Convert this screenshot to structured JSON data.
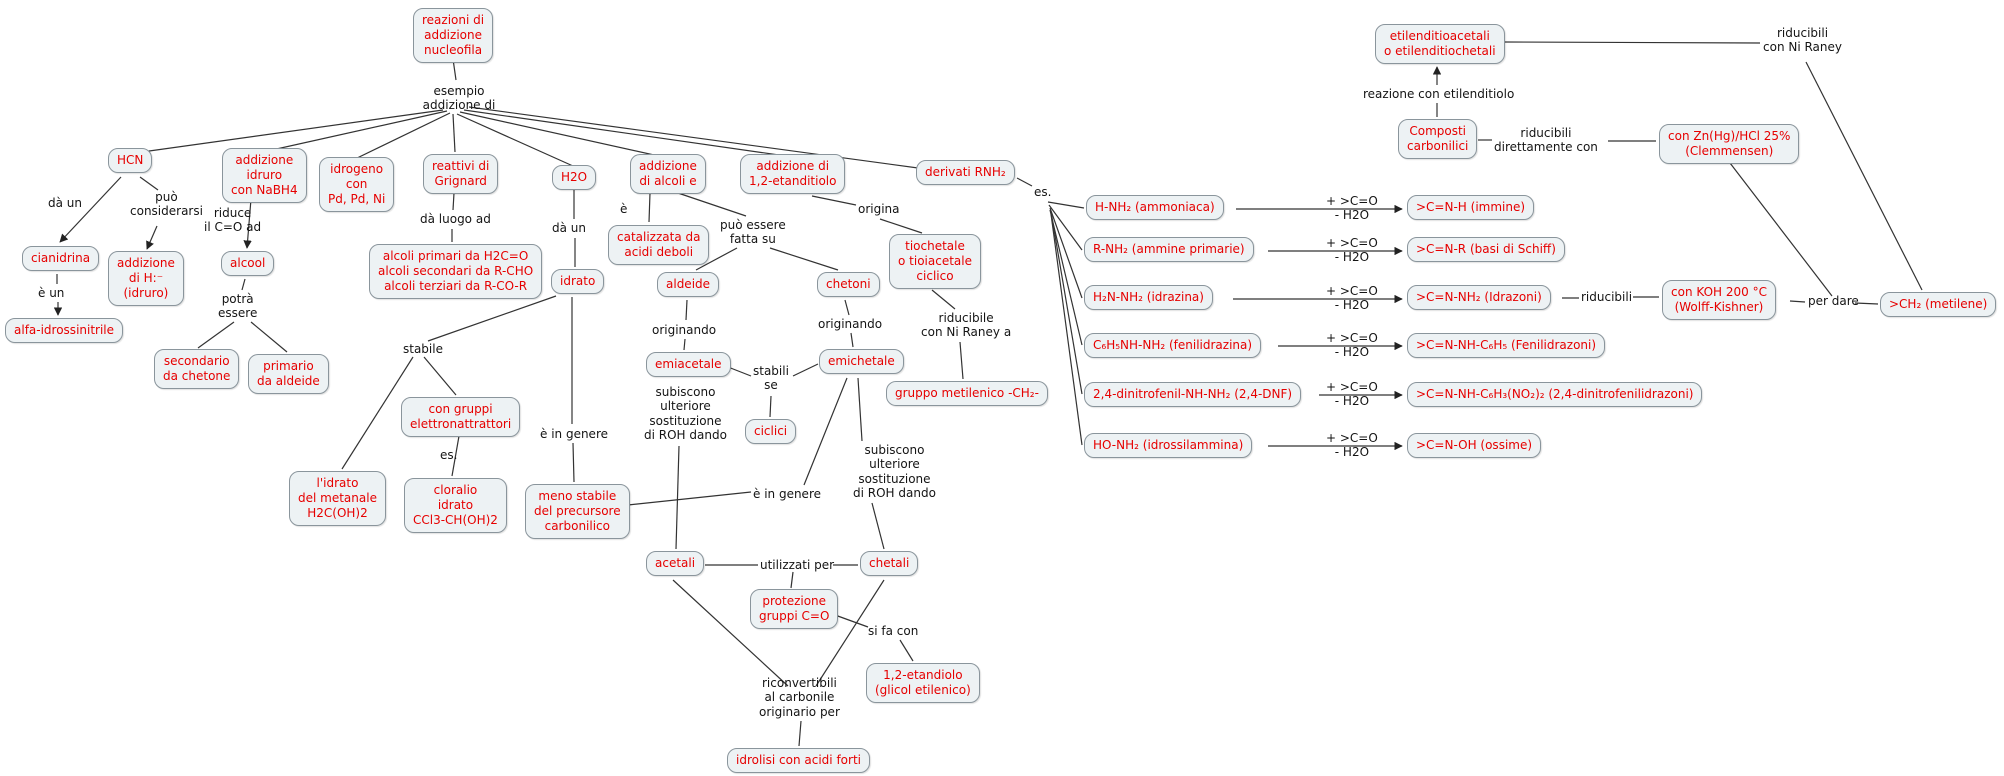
{
  "theme": {
    "node_text_color": "#e60000",
    "node_background": "#edf2f4",
    "node_border": "#8a959c",
    "line_color": "#333333",
    "label_color": "#141414"
  },
  "nodes": {
    "title": "reazioni di\naddizione\nnucleofila",
    "hcn": "HCN",
    "addizione_idruro": "addizione\nidruro\ncon NaBH4",
    "idrogeno": "idrogeno\ncon\nPd, Pd, Ni",
    "grignard": "reattivi di\nGrignard",
    "h2o": "H2O",
    "addizione_alcoli": "addizione\ndi alcoli e",
    "addizione_etanditiolo": "addizione di\n1,2-etanditiolo",
    "derivati": "derivati RNH₂",
    "cianidrina": "cianidrina",
    "addizione_h": "addizione\ndi H:⁻\n(idruro)",
    "alfa": "alfa-idrossinitrile",
    "alcool": "alcool",
    "secondario": "secondario\nda chetone",
    "primario": "primario\nda aldeide",
    "alcoli_primari": "alcoli primari da H2C=O\nalcoli secondari da R-CHO\nalcoli terziari da R-CO-R",
    "idrato": "idrato",
    "gruppi_elettro": "con gruppi\nelettronattrattori",
    "idrato_metanale": "l'idrato\ndel metanale\nH2C(OH)2",
    "cloralio": "cloralio\nidrato\nCCl3-CH(OH)2",
    "meno_stabile": "meno stabile\ndel precursore\ncarbonilico",
    "catalizzata": "catalizzata da\nacidi deboli",
    "aldeide": "aldeide",
    "chetoni": "chetoni",
    "emiacetale": "emiacetale",
    "emichetale": "emichetale",
    "ciclici": "ciclici",
    "acetali": "acetali",
    "chetali": "chetali",
    "protezione": "protezione\ngruppi C=O",
    "etandiolo": "1,2-etandiolo\n(glicol etilenico)",
    "idrolisi": "idrolisi con acidi forti",
    "tiochetale": "tiochetale\no tioiacetale\nciclico",
    "gruppo_metilenico": "gruppo metilenico -CH₂-",
    "ammoniaca": "H-NH₂ (ammoniaca)",
    "ammine": "R-NH₂ (ammine primarie)",
    "idrazina": "H₂N-NH₂ (idrazina)",
    "fenilidrazina": "C₆H₅NH-NH₂ (fenilidrazina)",
    "dnf": "2,4-dinitrofenil-NH-NH₂ (2,4-DNF)",
    "idrossilammina": "HO-NH₂ (idrossilammina)",
    "immine": ">C=N-H (immine)",
    "schiff": ">C=N-R (basi di Schiff)",
    "idrazoni": ">C=N-NH₂ (Idrazoni)",
    "fenilidrazoni": ">C=N-NH-C₆H₅ (Fenilidrazoni)",
    "dinitro": ">C=N-NH-C₆H₃(NO₂)₂ (2,4-dinitrofenilidrazoni)",
    "ossime": ">C=N-OH (ossime)",
    "wolff": "con KOH 200 °C\n(Wolff-Kishner)",
    "metilene": ">CH₂ (metilene)",
    "etilenditio": "etilenditioacetali\no etilenditiochetali",
    "composti": "Composti\ncarbonilici",
    "clemmensen": "con Zn(Hg)/HCl 25%\n(Clemmensen)"
  },
  "labels": {
    "esempio": "esempio\naddizione di",
    "da_un1": "dà un",
    "puo_considerarsi": "può\nconsiderarsi",
    "e_un": "è un",
    "riduce": "riduce\nil C=O ad",
    "potra": "potrà\nessere",
    "da_luogo": "dà luogo ad",
    "da_un2": "dà un",
    "stabile": "stabile",
    "es1": "es.",
    "e_in_genere1": "è in genere",
    "e_label": "è",
    "puo_fatta": "può essere\nfatta su",
    "originando1": "originando",
    "originando2": "originando",
    "subiscono1": "subiscono\nulteriore\nsostituzione\ndi ROH dando",
    "stabili_se": "stabili\nse",
    "subiscono2": "subiscono\nulteriore\nsostituzione\ndi ROH dando",
    "e_in_genere2": "è in genere",
    "utilizzati": "utilizzati per",
    "si_fa_con": "si fa con",
    "riconvertibili": "riconvertibili\nal carbonile\noriginario per",
    "origina": "origina",
    "riducibile_ni": "riducibile\ncon Ni Raney a",
    "es2": "es.",
    "plus_co": "+ >C=O\n- H2O",
    "riducibili1": "riducibili",
    "per_dare": "per dare",
    "riducibili_ni_raney": "riducibili\ncon Ni Raney",
    "reazione_etilenditiolo": "reazione con etilenditiolo",
    "riducibili_direttamente": "riducibili\ndirettamente con"
  }
}
